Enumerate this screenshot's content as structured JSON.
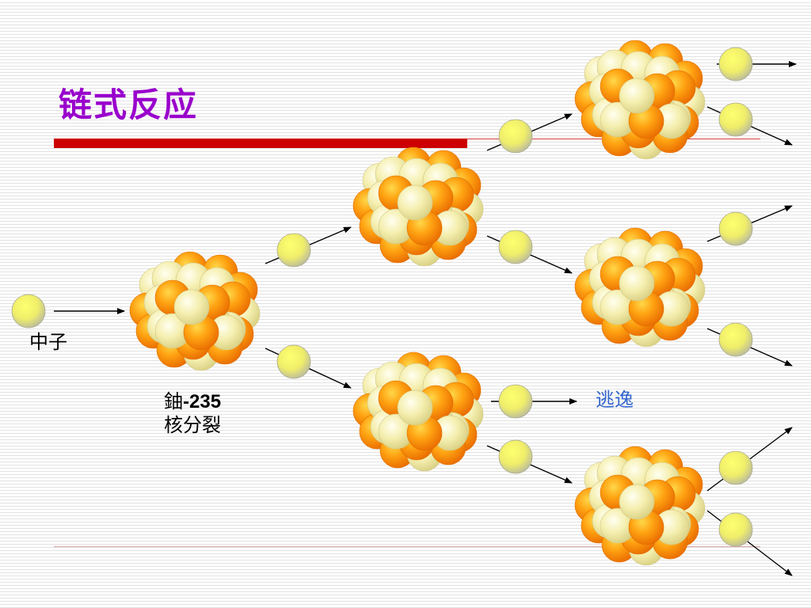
{
  "slide": {
    "title": "链式反应"
  },
  "labels": {
    "neutron": "中子",
    "element": "鈾",
    "isotope": "-235",
    "process": "核分裂",
    "escape": "逃逸"
  },
  "colors": {
    "title": "#9900cc",
    "accent_bar": "#cc0000",
    "escape_text": "#3366cc",
    "nucleus_orange": "#ff9900",
    "nucleus_yellow": "#f2eba6",
    "neutron": "#ffff66"
  }
}
